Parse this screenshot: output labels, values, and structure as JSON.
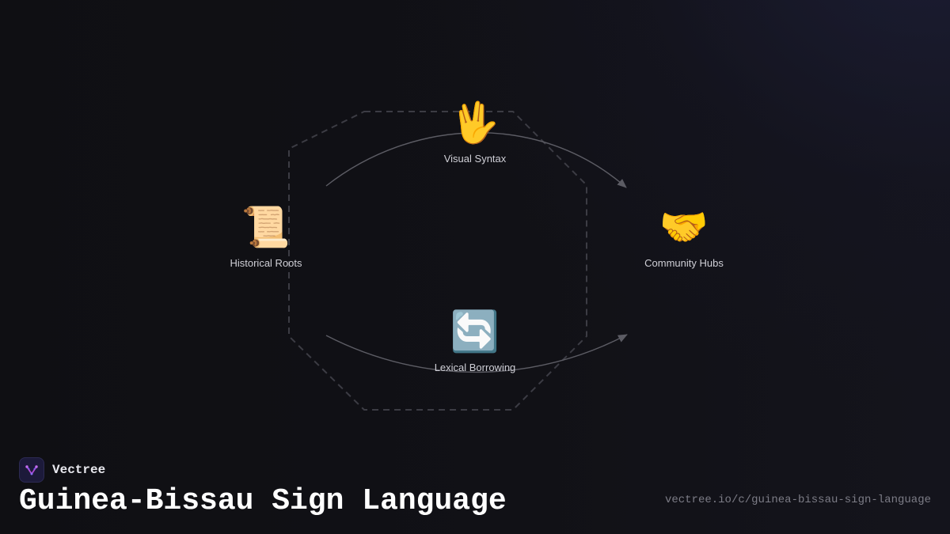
{
  "diagram": {
    "nodes": [
      {
        "id": "visual-syntax",
        "label": "Visual Syntax",
        "icon": "🖖",
        "icon_name": "vulcan-salute-hand-icon"
      },
      {
        "id": "historical-roots",
        "label": "Historical Roots",
        "icon": "📜",
        "icon_name": "scroll-icon"
      },
      {
        "id": "community-hubs",
        "label": "Community Hubs",
        "icon": "🤝",
        "icon_name": "handshake-icon"
      },
      {
        "id": "lexical-borrowing",
        "label": "Lexical Borrowing",
        "icon": "🔄",
        "icon_name": "arrows-cycle-icon"
      }
    ],
    "edges": [
      {
        "from": "historical-roots",
        "to": "community-hubs",
        "via": "visual-syntax"
      },
      {
        "from": "historical-roots",
        "to": "community-hubs",
        "via": "lexical-borrowing"
      }
    ],
    "colors": {
      "edge": "#5c5c64",
      "octagon": "#3c3c44",
      "label": "#cfcfd6"
    }
  },
  "footer": {
    "brand_name": "Vectree",
    "brand_icon": "vectree-logo-icon",
    "title": "Guinea-Bissau Sign Language",
    "url": "vectree.io/c/guinea-bissau-sign-language"
  }
}
